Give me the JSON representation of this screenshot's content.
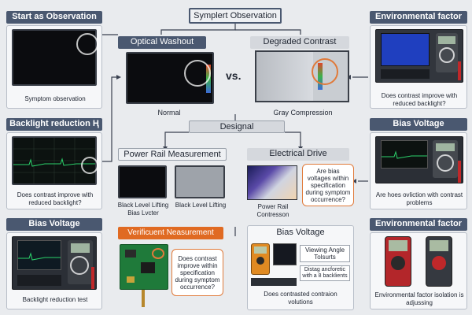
{
  "top_title": "Symplert Observation",
  "left": {
    "start_header": "Start as Observation",
    "start_caption": "Symptom observation",
    "backlight_header": "Backlight reduction Ⱨ",
    "backlight_caption": "Does contrast improve with reduced backlight?",
    "bias_header": "Bias Voltage",
    "bias_caption": "Backlight reduction test"
  },
  "center": {
    "optical_label": "Optical Washout",
    "degraded_label": "Degraded Contrast",
    "vs": "vs.",
    "normal_caption": "Normal",
    "gray_caption": "Gray Compression",
    "designal": "Designal",
    "power_rail": "Power Rail Measurement",
    "black_level_1": "Black Level Lifting Bias Lvcter",
    "black_level_2": "Black Level Lifting",
    "electrical_drive": "Electrical Drive",
    "bias_question": "Are bias voltages within specification during symptom occurrence?",
    "power_rail_contrast": "Power Rail Contresson",
    "verification_header": "Verificuent Neasurement",
    "verification_callout": "Does contrast improve within specification during symptom occurrence?",
    "bias_voltage_header": "Bias Voltage",
    "viewing_angle": "Viewing Angle Tolsurts",
    "distag": "Distag ancforetic with a 8 backlients",
    "contrast_solutions": "Does contrasted contraion volutions"
  },
  "right": {
    "env_header_1": "Environmental factor",
    "env_caption_1": "Does contrast improve with reduced backlight?",
    "bias_header": "Bias Voltage",
    "bias_caption": "Are hoes ovliction with contrast problems",
    "env_header_2": "Environmental factor",
    "env_caption_2": "Environmental factor isolation is adjussing"
  },
  "colors": {
    "header_blue": "#4a5870",
    "accent_orange": "#e06a22",
    "scope_green": "#2bd36b",
    "monitor_blue": "#1f3fbf"
  }
}
